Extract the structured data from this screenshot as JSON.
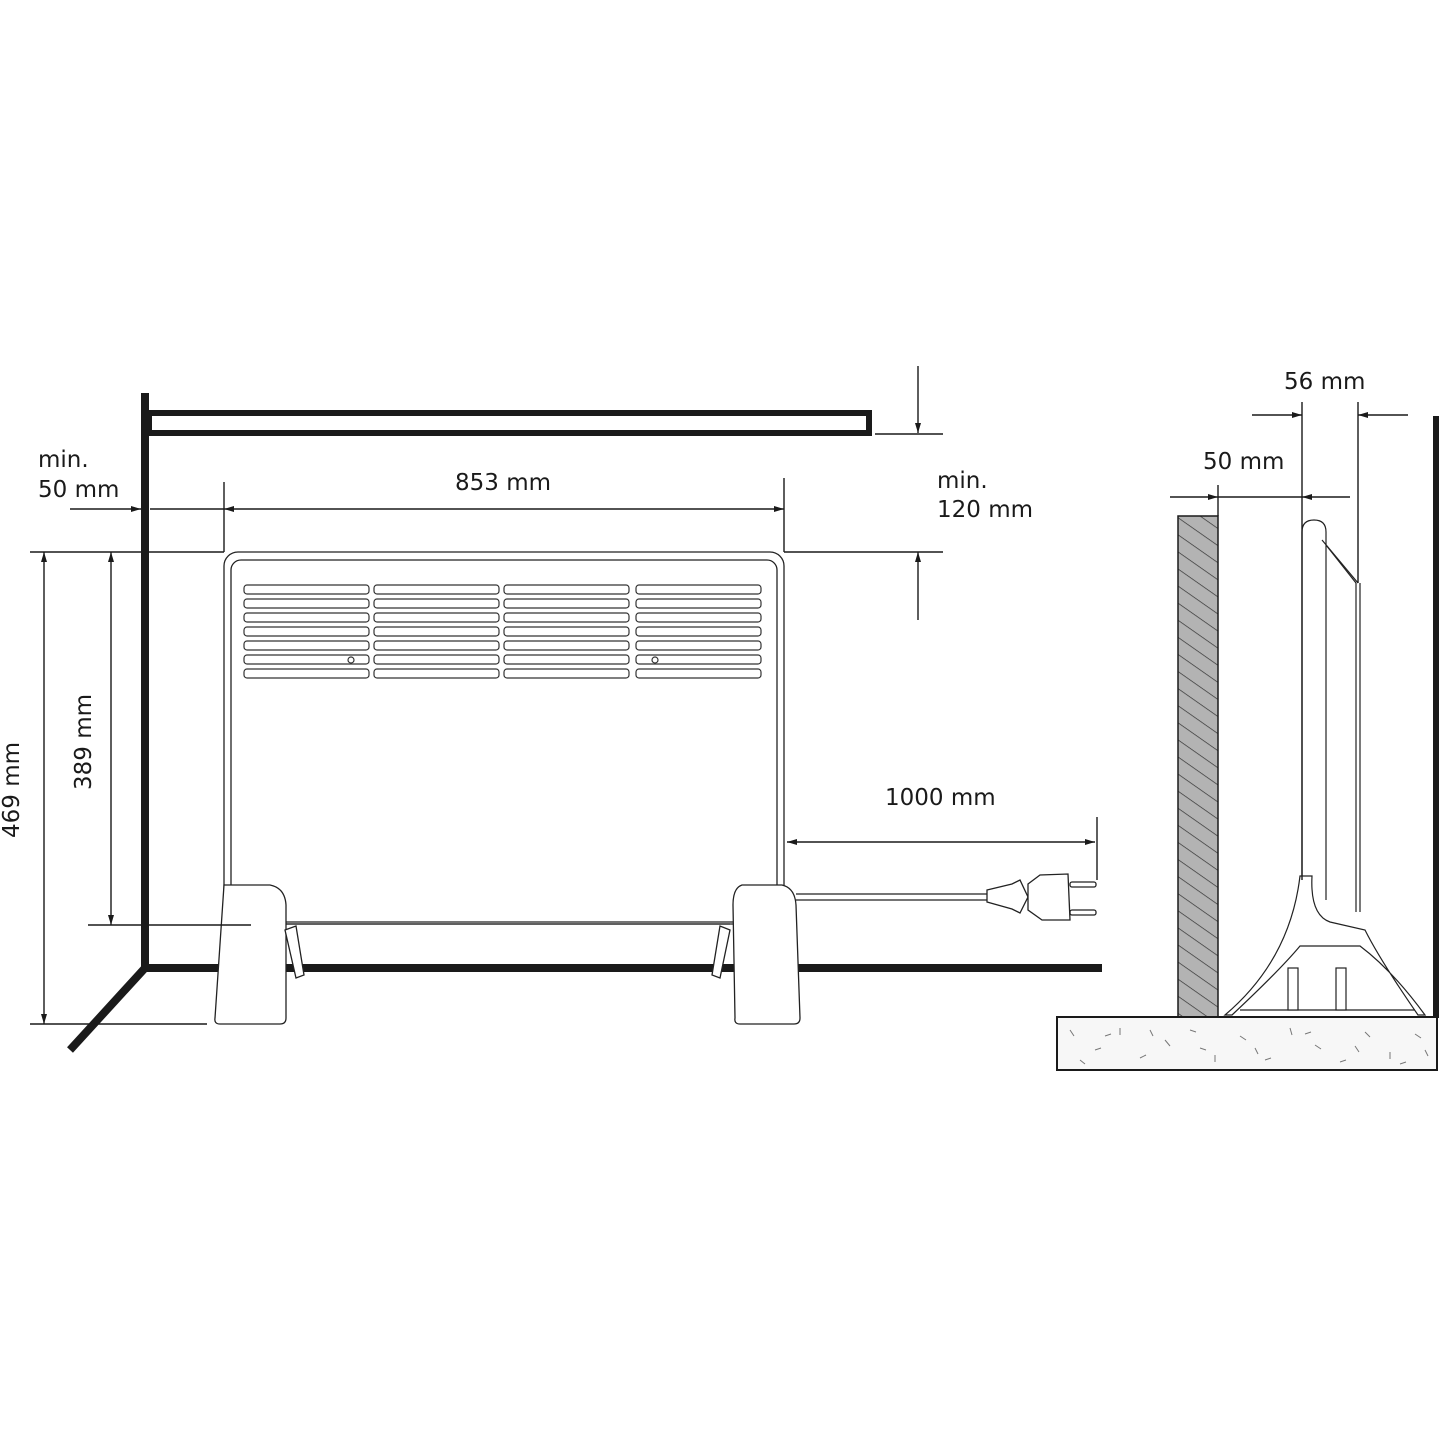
{
  "diagram": {
    "type": "installation-dimensions",
    "subject": "convector heater",
    "colors": {
      "line": "#1a1a1a",
      "wall_fill": "#b3b3b3",
      "floor_fill": "#f7f7f7",
      "background": "#ffffff"
    }
  },
  "front_view": {
    "labels": {
      "side_clearance_line1": "min.",
      "side_clearance_line2": "50 mm",
      "width": "853 mm",
      "top_clearance_line1": "min.",
      "top_clearance_line2": "120 mm",
      "total_height": "469 mm",
      "body_height": "389 mm",
      "cable_length": "1000 mm"
    }
  },
  "side_view": {
    "labels": {
      "depth": "56 mm",
      "wall_gap": "50 mm"
    }
  }
}
